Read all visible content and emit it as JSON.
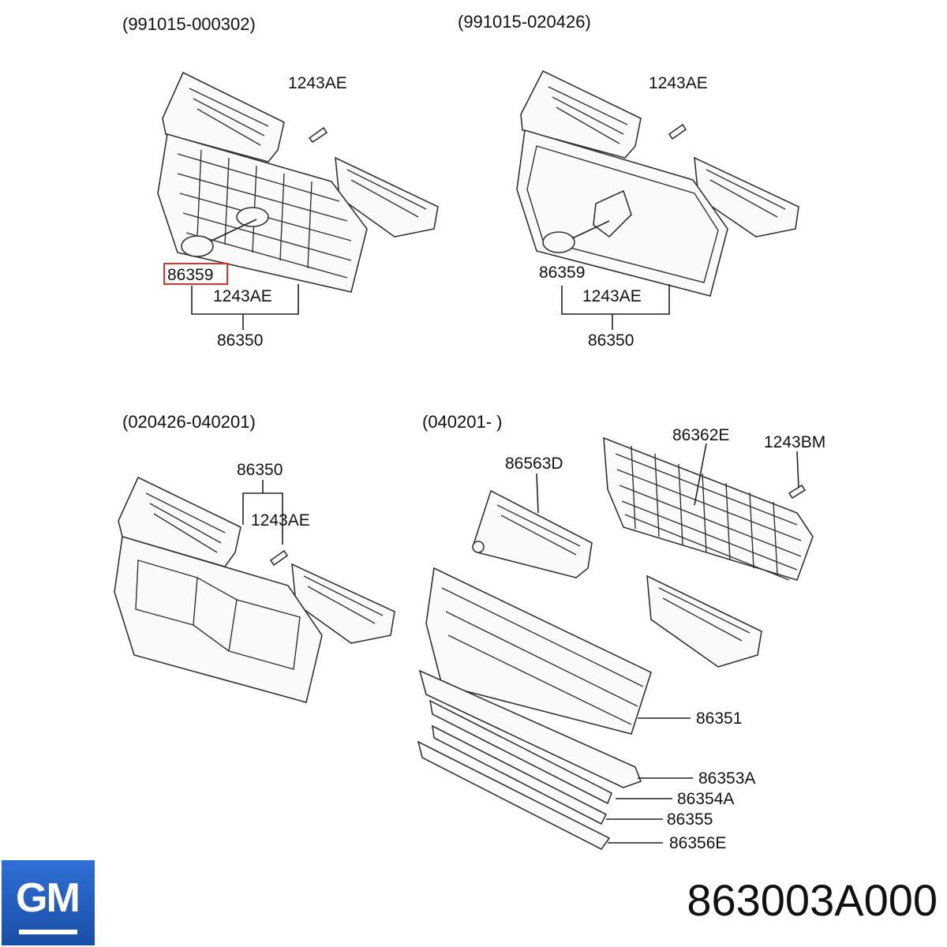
{
  "panels": [
    {
      "header": "(991015-000302)",
      "labels": [
        "1243AE",
        "86359",
        "1243AE",
        "86350"
      ],
      "highlighted": "86359"
    },
    {
      "header": "(991015-020426)",
      "labels": [
        "1243AE",
        "86359",
        "1243AE",
        "86350"
      ]
    },
    {
      "header": "(020426-040201)",
      "labels": [
        "86350",
        "1243AE"
      ]
    },
    {
      "header": "(040201- )",
      "labels": [
        "86563D",
        "86362E",
        "1243BM",
        "86351",
        "86353A",
        "86354A",
        "86355",
        "86356E"
      ]
    }
  ],
  "brand": {
    "logo_text": "GM",
    "logo_color": "#2a62c4"
  },
  "part_number": "863003A000",
  "highlight_color": "#e03030"
}
